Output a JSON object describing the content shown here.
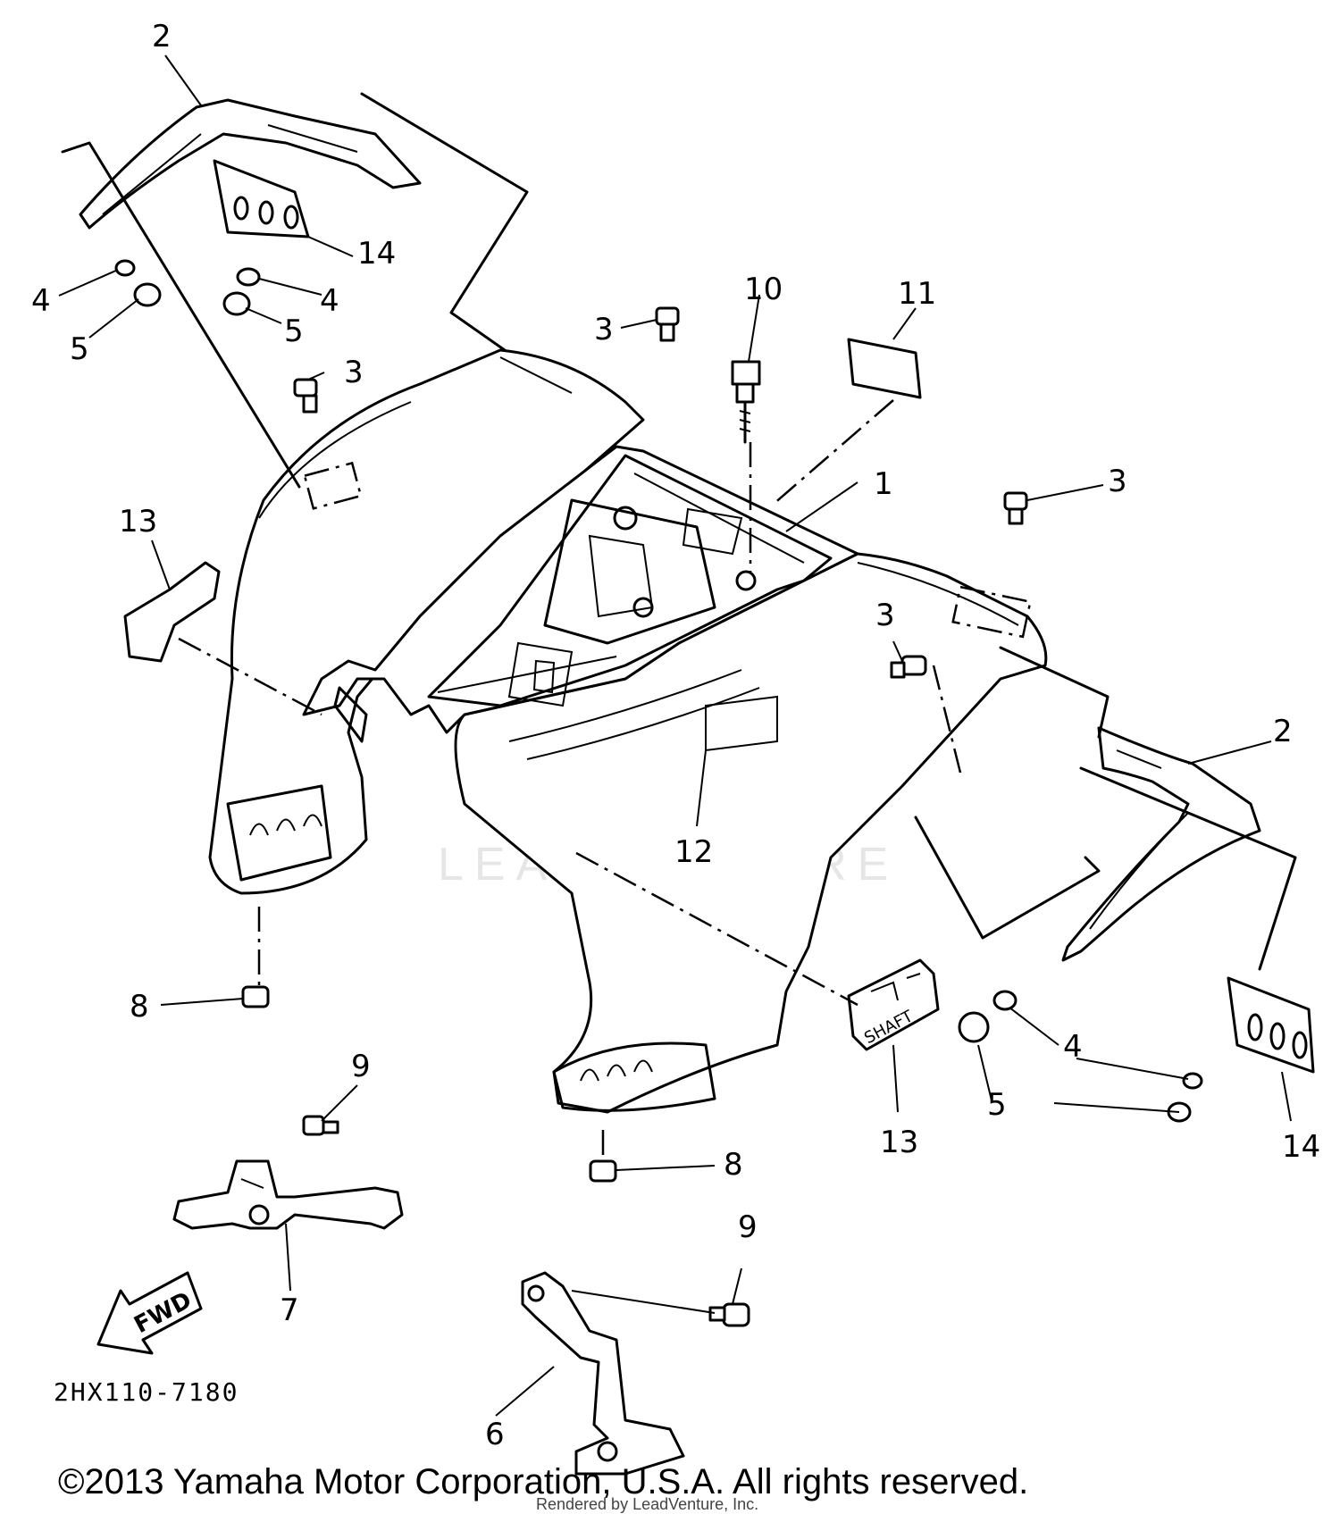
{
  "diagram": {
    "labels": {
      "l1": "1",
      "l2a": "2",
      "l2b": "2",
      "l3a": "3",
      "l3b": "3",
      "l3c": "3",
      "l3d": "3",
      "l4a": "4",
      "l4b": "4",
      "l4c": "4",
      "l5a": "5",
      "l5b": "5",
      "l5c": "5",
      "l6": "6",
      "l7": "7",
      "l8a": "8",
      "l8b": "8",
      "l9a": "9",
      "l9b": "9",
      "l10": "10",
      "l11": "11",
      "l12": "12",
      "l13a": "13",
      "l13b": "13",
      "l14a": "14",
      "l14b": "14"
    },
    "fwd_arrow": "FWD",
    "shaft_label": "SHAFT",
    "drawing_code": "2HX110-7180",
    "watermark": "LEADVENTURE",
    "copyright": "©2013 Yamaha Motor Corporation, U.S.A. All rights reserved.",
    "rendered_by": "Rendered by LeadVenture, Inc."
  }
}
